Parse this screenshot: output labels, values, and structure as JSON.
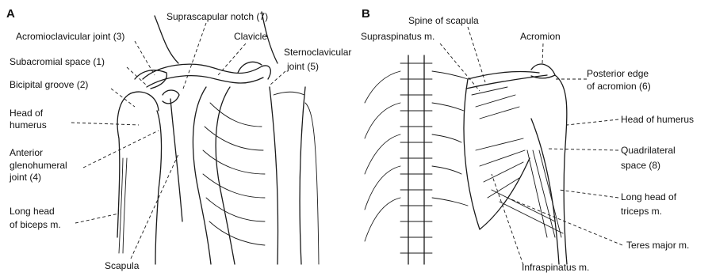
{
  "panels": [
    {
      "letter": "A",
      "labels": [
        {
          "text": "Suprascapular notch (7)"
        },
        {
          "text": "Acromioclavicular joint (3)"
        },
        {
          "text": "Clavicle"
        },
        {
          "text": "Sternoclavicular"
        },
        {
          "text": "joint (5)"
        },
        {
          "text": "Subacromial space (1)"
        },
        {
          "text": "Bicipital groove (2)"
        },
        {
          "text": "Head of"
        },
        {
          "text": "humerus"
        },
        {
          "text": "Anterior"
        },
        {
          "text": "glenohumeral"
        },
        {
          "text": "joint (4)"
        },
        {
          "text": "Long head"
        },
        {
          "text": "of biceps m."
        },
        {
          "text": "Scapula"
        }
      ]
    },
    {
      "letter": "B",
      "labels": [
        {
          "text": "Spine of scapula"
        },
        {
          "text": "Supraspinatus m."
        },
        {
          "text": "Acromion"
        },
        {
          "text": "Posterior edge"
        },
        {
          "text": "of acromion (6)"
        },
        {
          "text": "Head of humerus"
        },
        {
          "text": "Quadrilateral"
        },
        {
          "text": "space (8)"
        },
        {
          "text": "Long head of"
        },
        {
          "text": "triceps m."
        },
        {
          "text": "Teres major m."
        },
        {
          "text": "Infraspinatus m."
        }
      ]
    }
  ]
}
